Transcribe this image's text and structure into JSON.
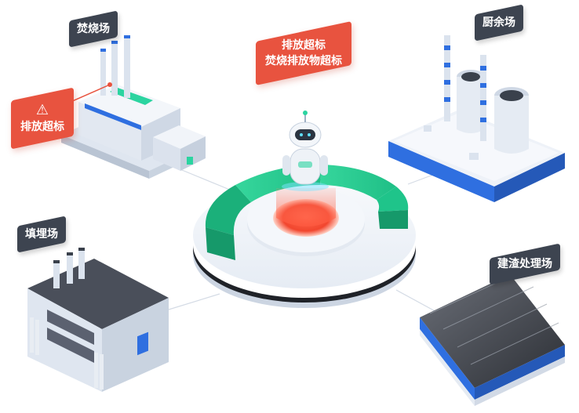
{
  "labels": {
    "incineration": "焚烧场",
    "kitchen": "厨余场",
    "landfill": "填埋场",
    "construction": "建渣处理场",
    "alert_left": "排放超标",
    "alert_center_line1": "排放超标",
    "alert_center_line2": "焚烧排放物超标"
  },
  "colors": {
    "accent_green": "#1fc48a",
    "alert_red": "#e8533f",
    "dark_tag": "#3d4450",
    "building_blue": "#2f6fe0"
  }
}
